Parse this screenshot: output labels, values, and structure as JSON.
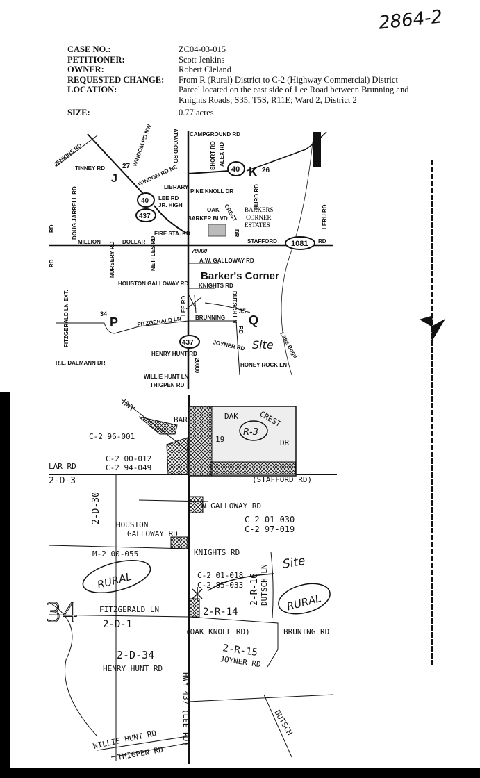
{
  "doc_number": "2864-2",
  "header": {
    "rows": [
      {
        "label": "CASE NO.:",
        "value": "ZC04-03-015"
      },
      {
        "label": "PETITIONER:",
        "value": "Scott Jenkins"
      },
      {
        "label": "OWNER:",
        "value": "Robert Cleland"
      },
      {
        "label": "REQUESTED CHANGE:",
        "value": "From R (Rural) District to C-2 (Highway Commercial) District"
      },
      {
        "label": "LOCATION:",
        "value": "Parcel located on the east side of Lee Road between Brunning and"
      },
      {
        "label": "",
        "value": "Knights Roads; S35, T5S, R11E; Ward 2, District 2"
      },
      {
        "label": "SIZE:",
        "value": "0.77 acres"
      }
    ]
  },
  "vicinity_map": {
    "labels": [
      "JENKINS RD",
      "TINNEY RD",
      "J",
      "27",
      "WINDOM RD NW",
      "WINDOM RD NE",
      "ATWOOD RD",
      "CAMPGROUND RD",
      "SHORT RD",
      "ALEX RD",
      "40",
      "K",
      "26",
      "HURD RD",
      "LIBRARY",
      "PINE KNOLL DR",
      "LEE RD",
      "JR. HIGH",
      "40",
      "437",
      "OAK",
      "CREST",
      "BARKER BLVD",
      "BARKERS",
      "CORNER",
      "ESTATES",
      "FIRE STA. RD",
      "MILLION",
      "DOLLAR",
      "STAFFORD",
      "1081",
      "RD",
      "LERU RD",
      "DOUG JARRELL RD",
      "NURSERY RD",
      "NETTLES RD",
      "79000",
      "A.W. GALLOWAY RD",
      "HOUSTON GALLOWAY RD",
      "Barker's Corner",
      "KNIGHTS RD",
      "LEE RD",
      "DUTSCH LN",
      "34",
      "P",
      "FITZGERALD LN",
      "BRUNNING",
      "35",
      "Q",
      "437",
      "JOYNER RD",
      "Site",
      "Little Bogu",
      "FITZGERALD LN EXT.",
      "R.L. DALMANN DR",
      "HENRY HUNT RD",
      "HONEY ROCK LN",
      "WILLIE HUNT LN",
      "THIGPEN RD",
      "20000",
      "RD",
      "RD",
      "DR",
      "RD"
    ]
  },
  "zoning_map": {
    "labels": [
      "HWY",
      "BAR",
      "DAK",
      "CREST",
      "C-2 96-001",
      "C-2 00-012",
      "C-2 94-049",
      "DR",
      "LAR RD",
      "2-D-3",
      "(STAFFORD RD)",
      "W GALLOWAY RD",
      "C-2 01-030",
      "C-2 97-019",
      "HOUSTON",
      "GALLOWAY RD",
      "M-2 00-055",
      "KNIGHTS RD",
      "RURAL",
      "C-2 01-018",
      "C-2 85-033",
      "Site",
      "2-R-16",
      "DUTSCH LN",
      "RURAL",
      "34",
      "FITZGERALD LN",
      "2-R-14",
      "2-D-1",
      "(OAK KNOLL RD)",
      "BRUNING RD",
      "2-D-34",
      "HENRY HUNT RD",
      "2-R-15",
      "JOYNER RD",
      "HWY 437 (LEE RD)",
      "WILLIE HUNT RD",
      "THIGPEN RD",
      "DUTSCH",
      "2-D-30",
      "19",
      "R-3"
    ]
  }
}
